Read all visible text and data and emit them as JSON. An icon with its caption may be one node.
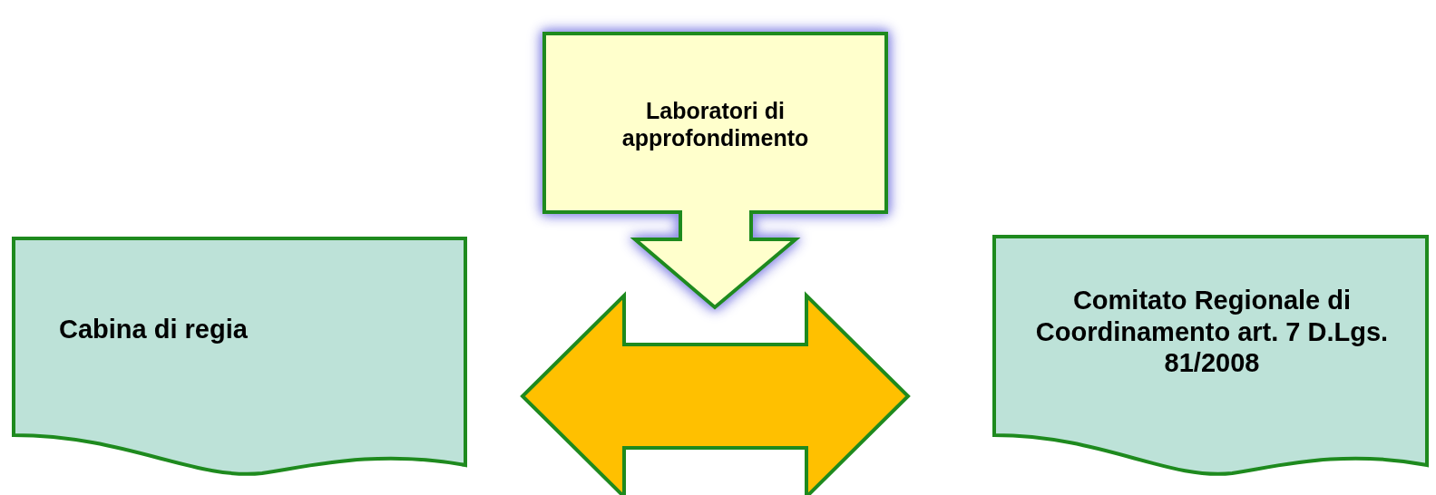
{
  "diagram": {
    "nodes": [
      {
        "text": [
          "Laboratori di approfondimento"
        ]
      },
      {
        "text": [
          "Cabina di regia"
        ]
      },
      {
        "text": [
          "Comitato Regionale di Coordinamento art. 7 D.Lgs. 81/2008"
        ]
      }
    ],
    "edges": [
      {
        "from": 1,
        "to": 2,
        "arrow": "both",
        "style": "thick",
        "color": "#ffc000"
      }
    ]
  }
}
